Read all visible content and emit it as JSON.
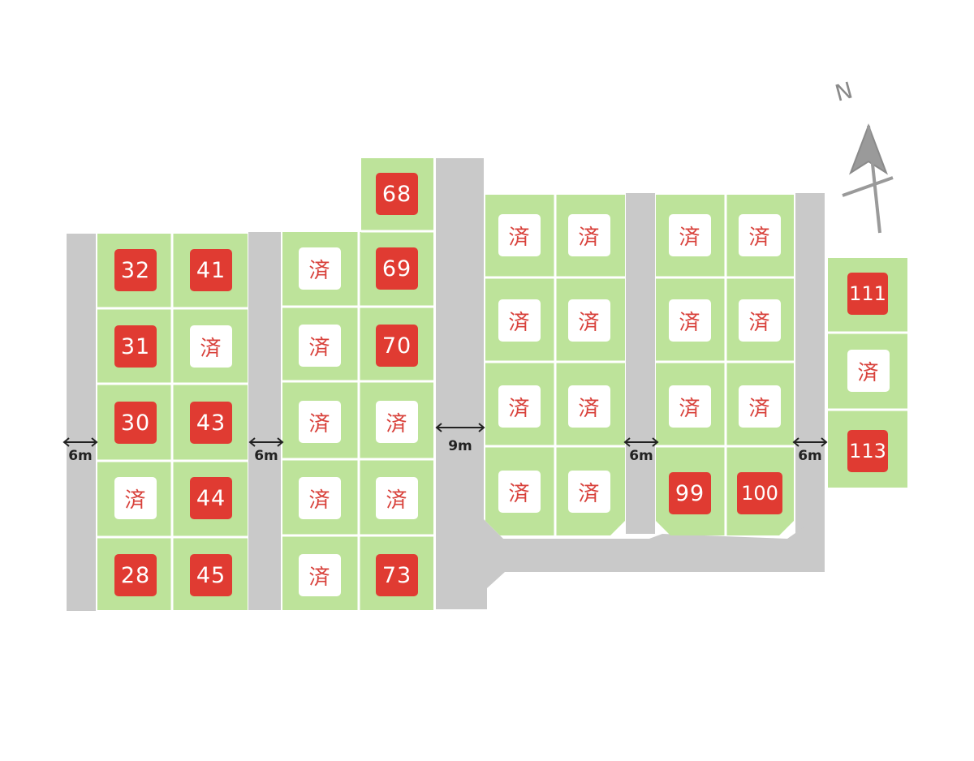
{
  "lot_blocks": [
    {
      "name": "block-a",
      "lots": [
        {
          "number": "32",
          "sold": false
        },
        {
          "number": "41",
          "sold": false
        },
        {
          "number": "31",
          "sold": false
        },
        {
          "number": "済",
          "sold": true
        },
        {
          "number": "30",
          "sold": false
        },
        {
          "number": "43",
          "sold": false
        },
        {
          "number": "済",
          "sold": true
        },
        {
          "number": "44",
          "sold": false
        },
        {
          "number": "28",
          "sold": false
        },
        {
          "number": "45",
          "sold": false
        }
      ]
    },
    {
      "name": "block-b",
      "lots": [
        {
          "number": "68",
          "sold": false
        },
        {
          "number": "済",
          "sold": true
        },
        {
          "number": "69",
          "sold": false
        },
        {
          "number": "済",
          "sold": true
        },
        {
          "number": "70",
          "sold": false
        },
        {
          "number": "済",
          "sold": true
        },
        {
          "number": "済",
          "sold": true
        },
        {
          "number": "済",
          "sold": true
        },
        {
          "number": "済",
          "sold": true
        },
        {
          "number": "済",
          "sold": true
        },
        {
          "number": "73",
          "sold": false
        }
      ]
    },
    {
      "name": "block-c",
      "lots": [
        {
          "number": "済",
          "sold": true
        },
        {
          "number": "済",
          "sold": true
        },
        {
          "number": "済",
          "sold": true
        },
        {
          "number": "済",
          "sold": true
        },
        {
          "number": "済",
          "sold": true
        },
        {
          "number": "済",
          "sold": true
        },
        {
          "number": "済",
          "sold": true
        },
        {
          "number": "済",
          "sold": true
        }
      ]
    },
    {
      "name": "block-d",
      "lots": [
        {
          "number": "済",
          "sold": true
        },
        {
          "number": "済",
          "sold": true
        },
        {
          "number": "済",
          "sold": true
        },
        {
          "number": "済",
          "sold": true
        },
        {
          "number": "済",
          "sold": true
        },
        {
          "number": "済",
          "sold": true
        },
        {
          "number": "99",
          "sold": false
        },
        {
          "number": "100",
          "sold": false
        }
      ]
    },
    {
      "name": "block-e",
      "lots": [
        {
          "number": "111",
          "sold": false
        },
        {
          "number": "済",
          "sold": true
        },
        {
          "number": "113",
          "sold": false
        }
      ]
    }
  ],
  "road_widths": [
    "6m",
    "6m",
    "9m",
    "6m",
    "6m"
  ],
  "compass": {
    "label": "N"
  },
  "colors": {
    "lot": "#bde39a",
    "road": "#c9c9c9",
    "available": "#e03b32",
    "sold_text": "#d8403a"
  }
}
